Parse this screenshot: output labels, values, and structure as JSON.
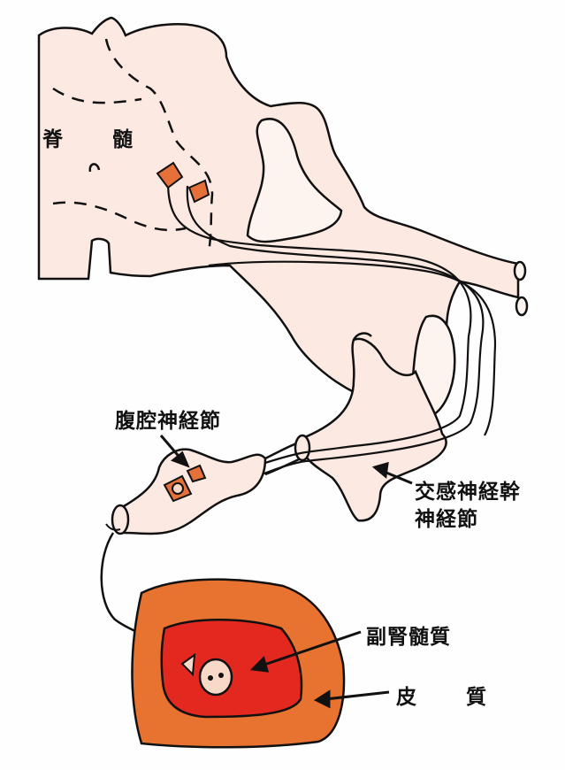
{
  "labels": {
    "spinal_cord": "脊 髄",
    "celiac_ganglion": "腹腔神経節",
    "sympathetic_trunk_line1": "交感神経幹",
    "sympathetic_trunk_line2": "神経節",
    "adrenal_medulla": "副腎髄質",
    "cortex": "皮 質"
  },
  "colors": {
    "tissue_fill": "#fce9e2",
    "outline": "#111111",
    "neuron_cell": "#e5703a",
    "cortex_fill": "#e8722f",
    "medulla_fill": "#e3281f",
    "chromaffin_cell": "#f8d9c8"
  }
}
